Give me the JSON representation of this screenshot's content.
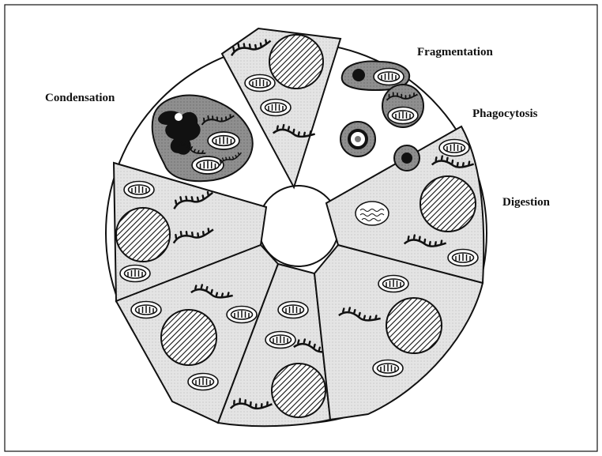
{
  "labels": {
    "condensation": "Condensation",
    "fragmentation": "Fragmentation",
    "phagocytosis": "Phagocytosis",
    "digestion": "Digestion"
  },
  "colors": {
    "cell_fill": "#e2e2e2",
    "condensed_fill": "#8c8c8c",
    "chromatin": "#111111",
    "outline": "#111111",
    "background": "#ffffff"
  }
}
